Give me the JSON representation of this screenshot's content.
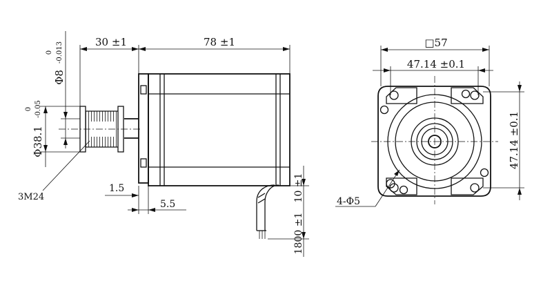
{
  "side_view": {
    "pulley_length": "30 ±1",
    "body_length": "78 ±1",
    "shaft_tol_upper": "0",
    "shaft_tol_lower": "-0.013",
    "shaft_diameter": "Φ8",
    "pulley_tol_upper": "0",
    "pulley_tol_lower": "-0.05",
    "pulley_diameter": "Φ38.1",
    "pulley_type": "3M24",
    "flange_thickness": "1.5",
    "boss_length": "5.5",
    "cable_exit": "10 ±1",
    "cable_length": "1800 ±1"
  },
  "front_view": {
    "frame_size": "□57",
    "hole_spacing_h": "47.14 ±0.1",
    "hole_spacing_v": "47.14 ±0.1",
    "mounting_holes": "4-Φ5"
  }
}
